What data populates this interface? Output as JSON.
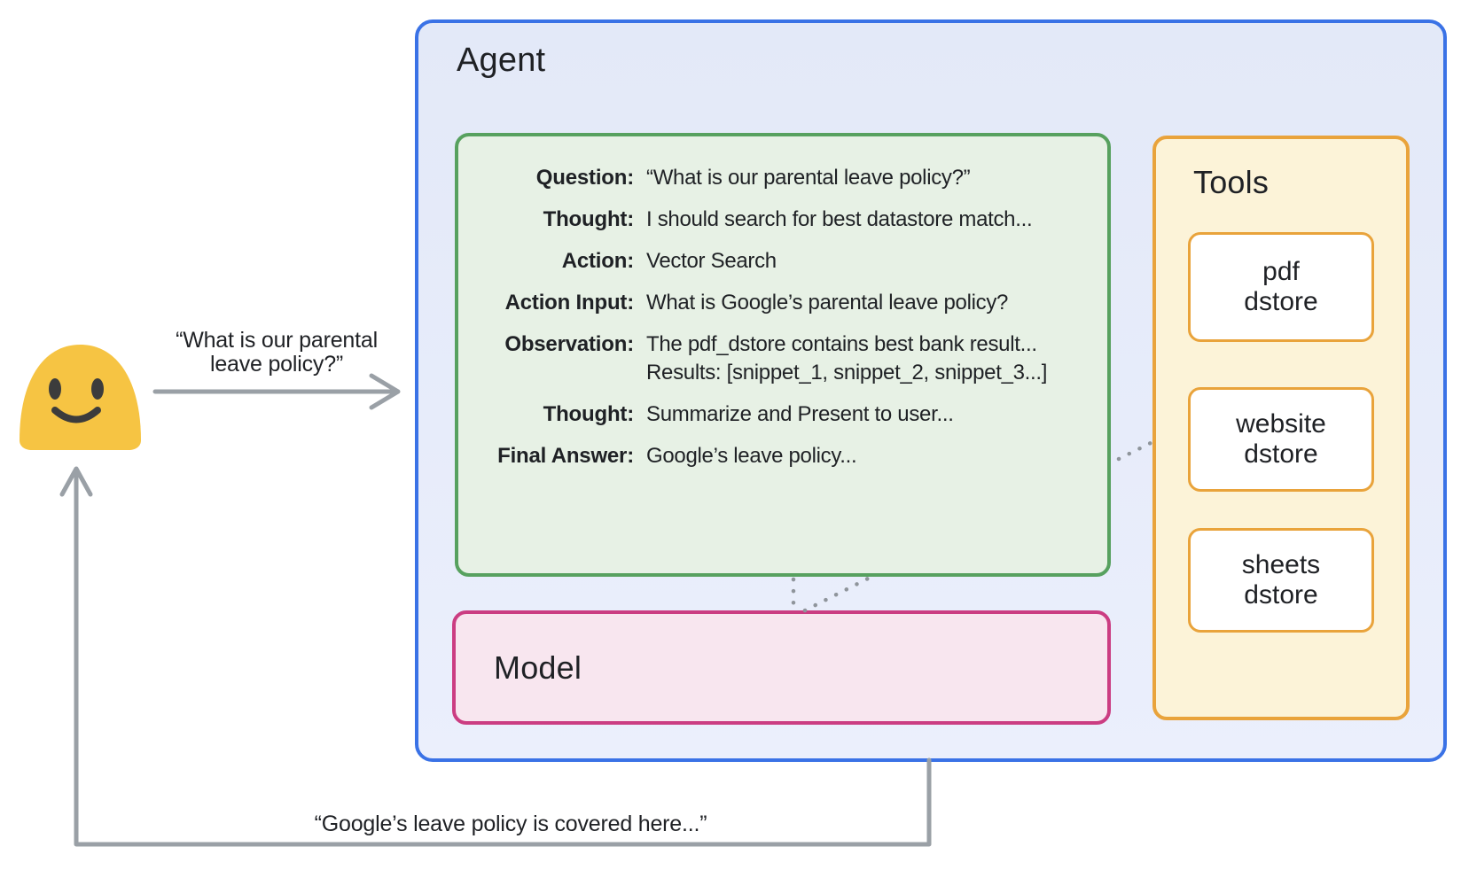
{
  "colors": {
    "agent_border": "#3a72e6",
    "agent_fill": "#e7ecfa",
    "scratch_border": "#57a15f",
    "scratch_fill": "#e7f1e5",
    "tools_border": "#e9a33b",
    "tools_fill": "#fcf3d8",
    "tool_item_fill": "#ffffff",
    "model_border": "#cb3d82",
    "model_fill": "#f8e6ef",
    "arrow_gray": "#9aa0a6",
    "dot_gray": "#8f959b",
    "face_yellow": "#f6c443",
    "face_features": "#3c3c3c",
    "text_dark": "#1f2125"
  },
  "user": {
    "avatar": "smiling-blob-emoji",
    "query_line1": "“What is our parental",
    "query_line2": "leave policy?”",
    "response": "“Google’s leave policy is covered here...”"
  },
  "agent": {
    "title": "Agent",
    "scratchpad": {
      "rows": [
        {
          "label": "Question:",
          "lines": [
            "“What is our parental leave policy?”"
          ]
        },
        {
          "label": "Thought:",
          "lines": [
            "I should search for best datastore match..."
          ]
        },
        {
          "label": "Action:",
          "lines": [
            "Vector Search"
          ]
        },
        {
          "label": "Action Input:",
          "lines": [
            "What is Google’s parental leave policy?"
          ]
        },
        {
          "label": "Observation:",
          "lines": [
            "The pdf_dstore contains best bank result...",
            "Results: [snippet_1, snippet_2, snippet_3...]"
          ]
        },
        {
          "label": "Thought:",
          "lines": [
            "Summarize and Present to user..."
          ]
        },
        {
          "label": "Final Answer:",
          "lines": [
            "Google’s leave policy..."
          ]
        }
      ]
    },
    "model": {
      "title": "Model"
    },
    "tools": {
      "title": "Tools",
      "items": [
        {
          "line1": "pdf",
          "line2": "dstore"
        },
        {
          "line1": "website",
          "line2": "dstore"
        },
        {
          "line1": "sheets",
          "line2": "dstore"
        }
      ]
    }
  }
}
